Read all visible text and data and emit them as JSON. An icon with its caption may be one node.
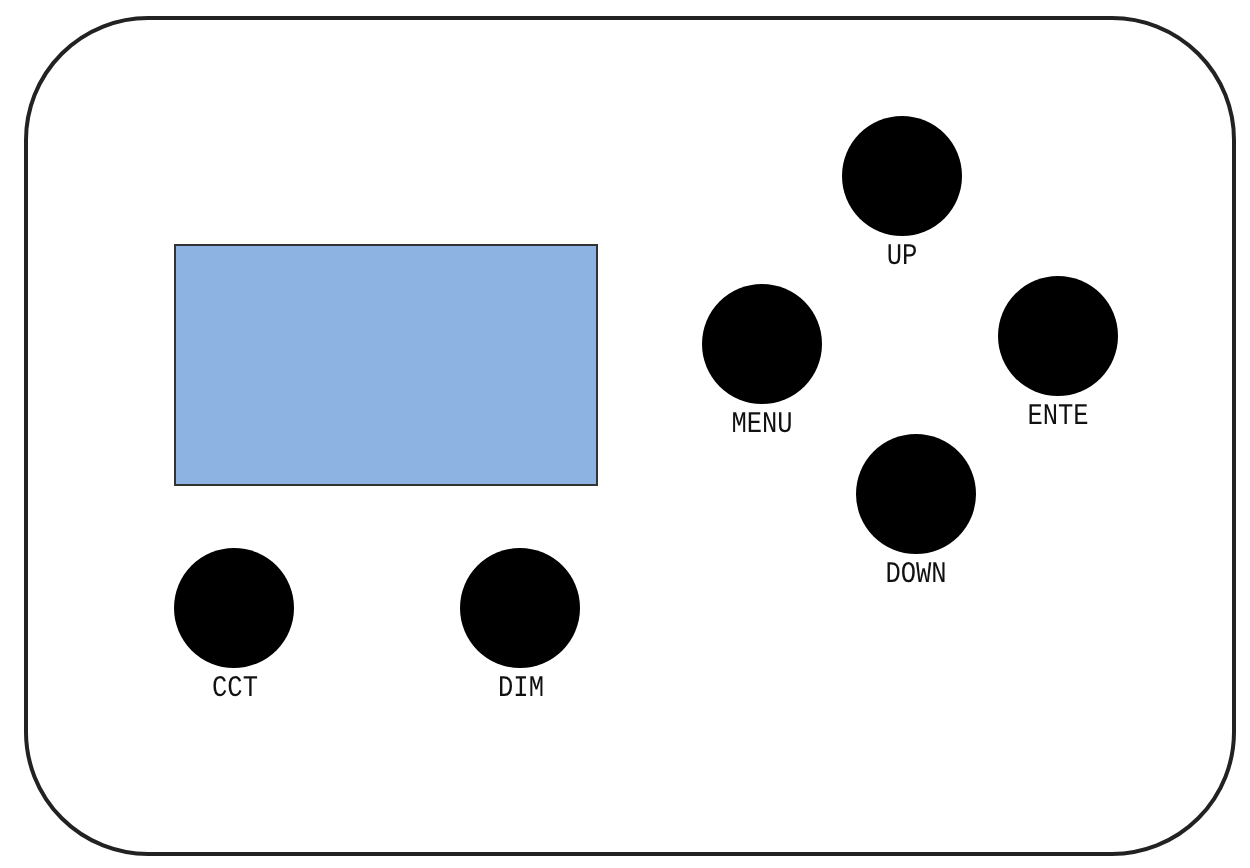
{
  "diagram": {
    "nodes": [
      {
        "text": [],
        "shape": "box"
      },
      {
        "text": [
          "UP"
        ],
        "in": 0
      },
      {
        "text": [],
        "shape": "box",
        "in": 0
      },
      {
        "text": [
          "MENU"
        ],
        "in": 0
      },
      {
        "text": [
          "ENTE"
        ],
        "in": 0
      },
      {
        "text": [
          "DOWN"
        ],
        "in": 0
      },
      {
        "text": [
          "CCT"
        ],
        "in": 0
      },
      {
        "text": [
          "DIM"
        ],
        "in": 0
      }
    ]
  }
}
